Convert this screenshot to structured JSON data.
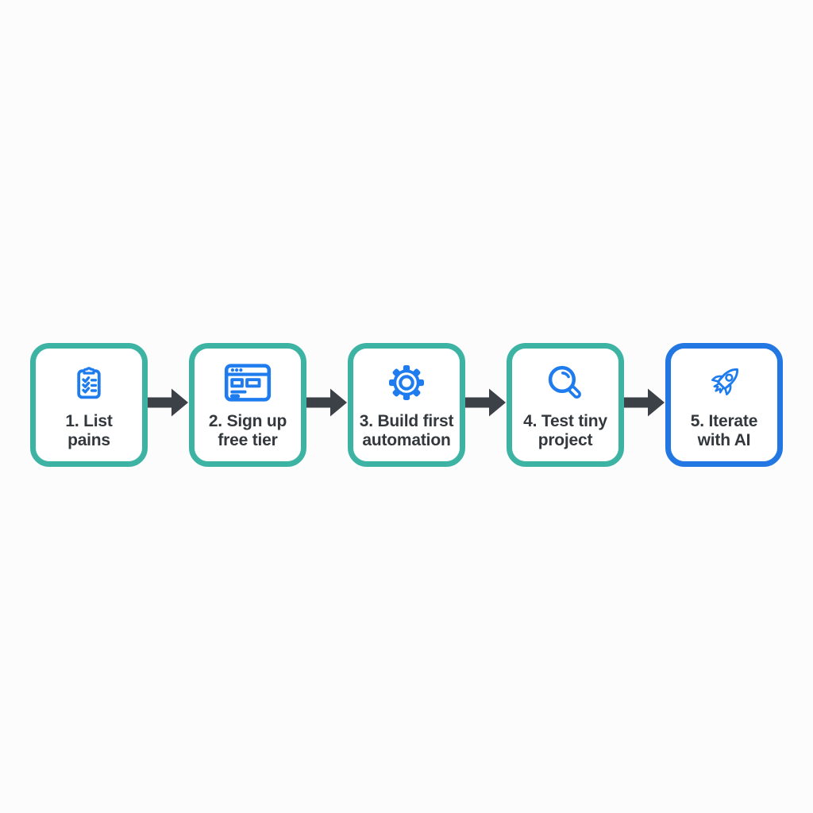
{
  "colors": {
    "teal_border": "#3cb3a3",
    "blue_border": "#2277e3",
    "icon_blue": "#1e7cee",
    "arrow": "#3b4147",
    "text": "#33383d",
    "box_bg": "#ffffff",
    "page_bg": "#fcfcfc"
  },
  "diagram": {
    "type": "flowchart",
    "direction": "left-to-right",
    "connector": "arrow-right",
    "steps": [
      {
        "number": "1",
        "lines": [
          "1. List",
          "pains"
        ],
        "icon": "clipboard-checklist-icon",
        "border_color": "#3cb3a3"
      },
      {
        "number": "2",
        "lines": [
          "2. Sign up",
          "free tier"
        ],
        "icon": "browser-window-icon",
        "border_color": "#3cb3a3"
      },
      {
        "number": "3",
        "lines": [
          "3. Build first",
          "automation"
        ],
        "icon": "gear-icon",
        "border_color": "#3cb3a3"
      },
      {
        "number": "4",
        "lines": [
          "4. Test tiny",
          "project"
        ],
        "icon": "magnifier-icon",
        "border_color": "#3cb3a3"
      },
      {
        "number": "5",
        "lines": [
          "5. Iterate",
          "with AI"
        ],
        "icon": "rocket-icon",
        "border_color": "#2277e3"
      }
    ]
  }
}
